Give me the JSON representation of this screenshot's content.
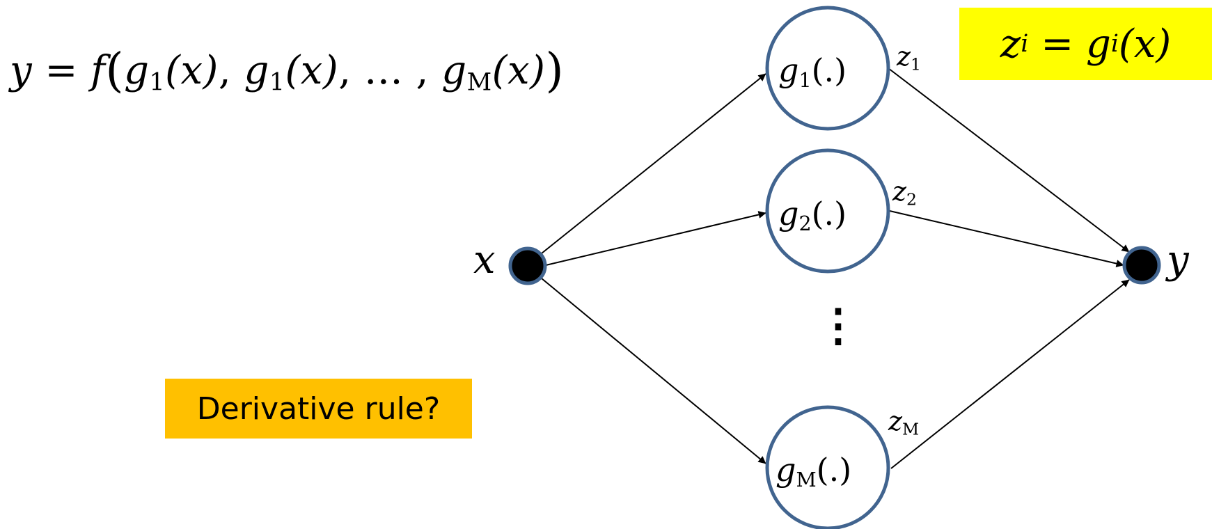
{
  "formula": {
    "lhs": "y",
    "equals": "=",
    "f": "f",
    "open": "(",
    "close": ")",
    "term1": "g",
    "term1_sub": "1",
    "term1_arg": "(x)",
    "sep1": ",",
    "term2": "g",
    "term2_sub": "1",
    "term2_arg": "(x)",
    "sep2": ", … ,",
    "term3": "g",
    "term3_sub": "M",
    "term3_arg": "(x)"
  },
  "definition_box": {
    "lhs": "z",
    "lhs_sub": "i",
    "equals": "=",
    "rhs": "g",
    "rhs_sub": "i",
    "rhs_arg": "(x)",
    "bg_color": "#ffff00"
  },
  "question_box": {
    "text": "Derivative rule?",
    "bg_color": "#ffc000"
  },
  "graph": {
    "input_label": "x",
    "output_label": "y",
    "nodes": [
      {
        "g": "g",
        "sub": "1",
        "arg": "(.)",
        "z": "z",
        "z_sub": "1"
      },
      {
        "g": "g",
        "sub": "2",
        "arg": "(.)",
        "z": "z",
        "z_sub": "2"
      },
      {
        "g": "g",
        "sub": "M",
        "arg": "(.)",
        "z": "z",
        "z_sub": "M"
      }
    ],
    "ellipsis": "⋮",
    "node_stroke_color": "#41648f"
  }
}
